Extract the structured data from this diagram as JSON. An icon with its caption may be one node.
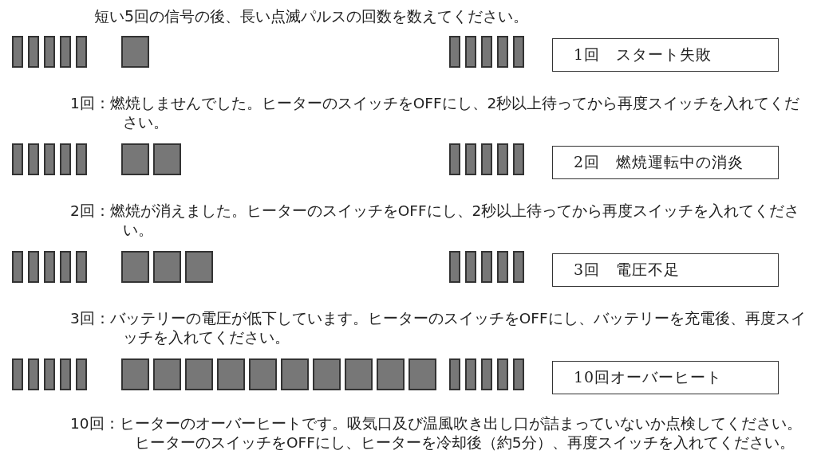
{
  "diagram": {
    "title": "短い5回の信号の後、長い点滅パルスの回数を数えてください。",
    "nodes": [
      {
        "text": [
          "1回　スタート失敗"
        ]
      },
      {
        "text": [
          "2回　燃焼運転中の消炎"
        ]
      },
      {
        "text": [
          "3回　電圧不足"
        ]
      },
      {
        "text": [
          "10回オーバーヒート"
        ]
      }
    ],
    "labels": [
      "1回：燃焼しませんでした。ヒーターのスイッチをOFFにし、2秒以上待ってから再度スイッチを入れてください。",
      "2回：燃焼が消えました。ヒーターのスイッチをOFFにし、2秒以上待ってから再度スイッチを入れてください。",
      "3回：バッテリーの電圧が低下しています。ヒーターのスイッチをOFFにし、バッテリーを充電後、再度スイッチを入れてください。",
      "10回：ヒーターのオーバーヒートです。吸気口及び温風吹き出し口が詰まっていないか点検してください。ヒーターのスイッチをOFFにし、ヒーターを冷却後（約5分）、再度スイッチを入れてください。"
    ]
  }
}
